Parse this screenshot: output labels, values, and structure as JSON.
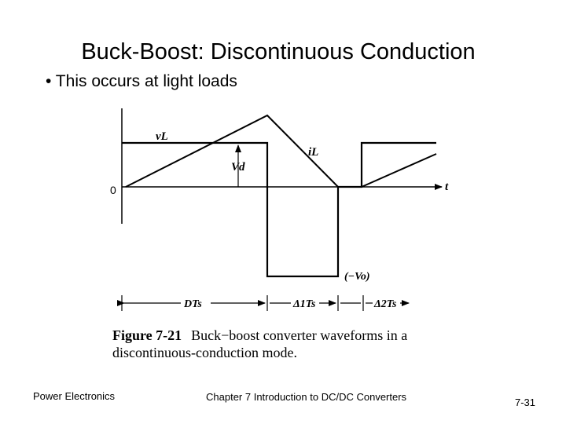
{
  "slide": {
    "title": "Buck-Boost: Discontinuous  Conduction",
    "bullet": "• This occurs at light loads"
  },
  "figure": {
    "labels": {
      "vL": "vL",
      "iL": "iL",
      "Vd": "Vd",
      "zero": "0",
      "t": "t",
      "neg_vo": "(−Vo)",
      "dts": "DTs",
      "d1ts": "Δ1Ts",
      "d2ts": "Δ2Ts"
    },
    "caption_num": "Figure 7-21",
    "caption_line1": "Buck−boost converter waveforms in a",
    "caption_line2": "discontinuous-conduction mode."
  },
  "footer": {
    "left": "Power Electronics",
    "center": "Chapter 7 Introduction to DC/DC Converters",
    "right": "7-31"
  }
}
